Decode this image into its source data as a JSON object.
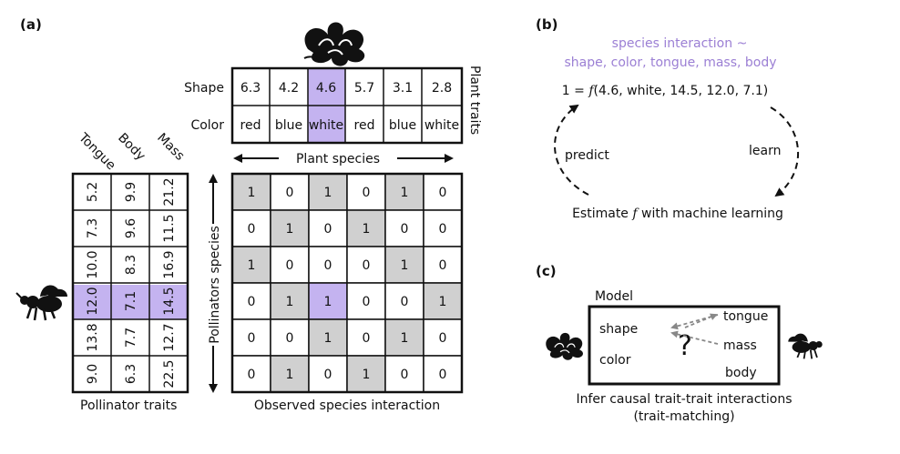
{
  "panels": {
    "a": "(a)",
    "b": "(b)",
    "c": "(c)"
  },
  "plant_traits": {
    "row_labels": [
      "Shape",
      "Color"
    ],
    "shape": [
      "6.3",
      "4.2",
      "4.6",
      "5.7",
      "3.1",
      "2.8"
    ],
    "color": [
      "red",
      "blue",
      "white",
      "red",
      "blue",
      "white"
    ],
    "highlight_col": 2,
    "side_label": "Plant traits"
  },
  "plant_species_label": "Plant species",
  "pollinator_traits": {
    "col_labels": [
      "Tongue",
      "Body",
      "Mass"
    ],
    "rows": [
      [
        "5.2",
        "9.9",
        "21.2"
      ],
      [
        "7.3",
        "9.6",
        "11.5"
      ],
      [
        "10.0",
        "8.3",
        "16.9"
      ],
      [
        "12.0",
        "7.1",
        "14.5"
      ],
      [
        "13.8",
        "7.7",
        "12.7"
      ],
      [
        "9.0",
        "6.3",
        "22.5"
      ]
    ],
    "highlight_row": 3,
    "caption": "Pollinator traits"
  },
  "pollinator_species_label": "Pollinators species",
  "interaction_matrix": {
    "rows": [
      [
        1,
        0,
        1,
        0,
        1,
        0
      ],
      [
        0,
        1,
        0,
        1,
        0,
        0
      ],
      [
        1,
        0,
        0,
        0,
        1,
        0
      ],
      [
        0,
        1,
        1,
        0,
        0,
        1
      ],
      [
        0,
        0,
        1,
        0,
        1,
        0
      ],
      [
        0,
        1,
        0,
        1,
        0,
        0
      ]
    ],
    "highlight": [
      3,
      2
    ],
    "caption": "Observed species interaction"
  },
  "panel_b": {
    "heading_1": "species interaction ~",
    "heading_2": "shape, color, tongue, mass, body",
    "equation_pre": "1 = ",
    "equation_f": "f",
    "equation_post": "(4.6, white, 14.5, 12.0, 7.1)",
    "predict": "predict",
    "learn": "learn",
    "estimate_pre": "Estimate ",
    "estimate_f": "f",
    "estimate_post": " with machine learning"
  },
  "panel_c": {
    "model": "Model",
    "plant_traits": [
      "shape",
      "color"
    ],
    "pollinator_traits": [
      "tongue",
      "mass",
      "body"
    ],
    "question": "?",
    "caption_1": "Infer causal trait-trait interactions",
    "caption_2": "(trait-matching)"
  },
  "colors": {
    "highlight": "#c4b3f0",
    "interaction_on": "#d0d0d0",
    "heading_purple": "#9b7fd4"
  },
  "icons": [
    "flower-icon",
    "bee-icon"
  ]
}
